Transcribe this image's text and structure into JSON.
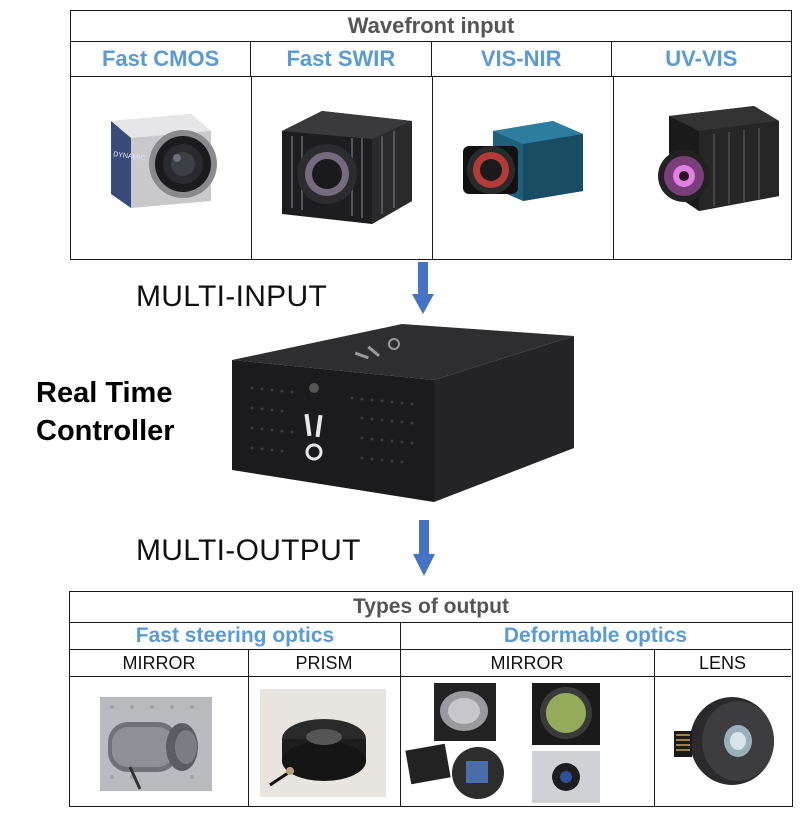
{
  "input_table": {
    "title": "Wavefront input",
    "columns": [
      {
        "label": "Fast CMOS",
        "image": "camera-cmos-icon"
      },
      {
        "label": "Fast SWIR",
        "image": "camera-swir-icon"
      },
      {
        "label": "VIS-NIR",
        "image": "camera-visnir-icon"
      },
      {
        "label": "UV-VIS",
        "image": "camera-uvvis-icon"
      }
    ]
  },
  "multi_input_label": "MULTI-INPUT",
  "controller": {
    "label_line1": "Real Time",
    "label_line2": "Controller"
  },
  "multi_output_label": "MULTI-OUTPUT",
  "output_table": {
    "title": "Types of output",
    "groups": [
      {
        "label": "Fast steering optics"
      },
      {
        "label": "Deformable optics"
      }
    ],
    "sub_columns": [
      {
        "label": "MIRROR"
      },
      {
        "label": "PRISM"
      },
      {
        "label": "MIRROR"
      },
      {
        "label": "LENS"
      }
    ]
  },
  "colors": {
    "header_blue": "#5b9bd5",
    "title_gray": "#555555",
    "arrow_blue": "#4472c4"
  }
}
